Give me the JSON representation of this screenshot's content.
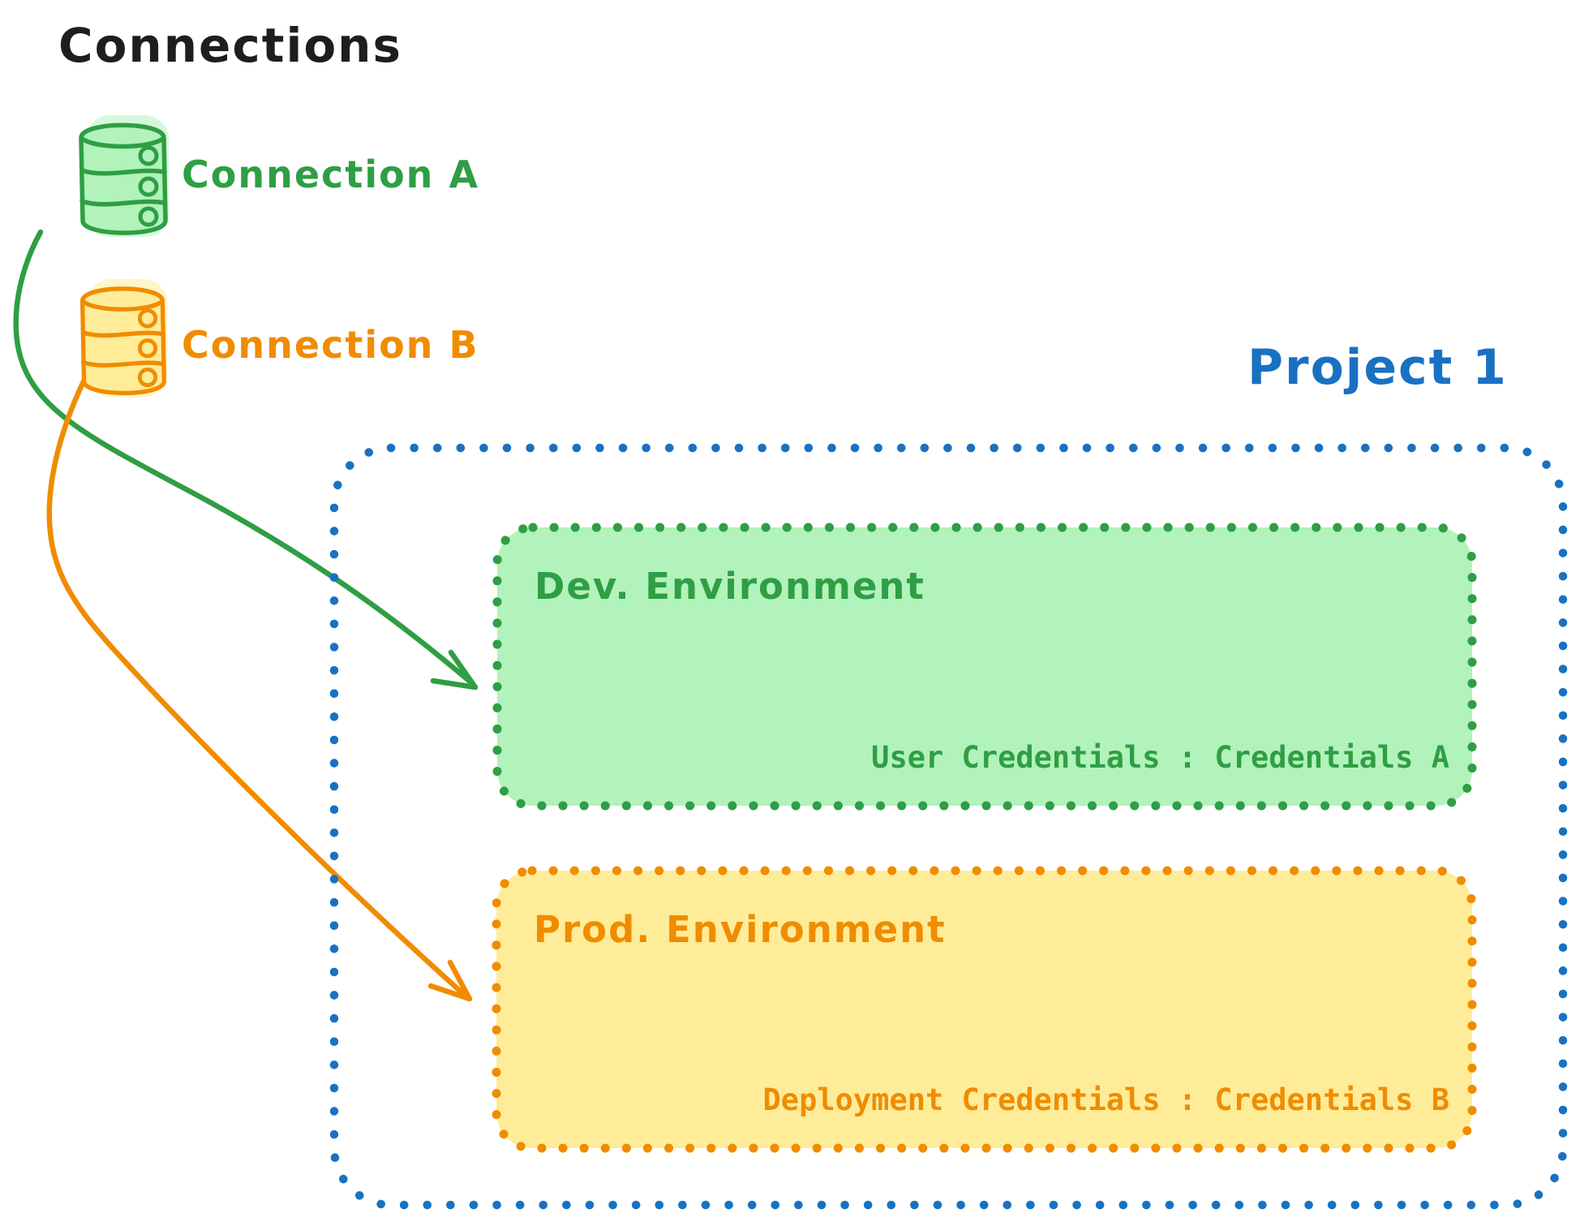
{
  "title": "Connections",
  "connections": [
    {
      "id": "a",
      "label": "Connection A",
      "icon": "database-icon",
      "stroke_color": "#2f9e44",
      "fill_color": "#b2f2bb"
    },
    {
      "id": "b",
      "label": "Connection B",
      "icon": "database-icon",
      "stroke_color": "#f08c00",
      "fill_color": "#ffec99"
    }
  ],
  "project": {
    "label": "Project 1",
    "border_color": "#1971c2",
    "environments": [
      {
        "name": "Dev. Environment",
        "credentials": "User Credentials : Credentials A",
        "stroke_color": "#2f9e44",
        "fill_color": "#b2f2bb",
        "linked_connection": "Connection A"
      },
      {
        "name": "Prod. Environment",
        "credentials": "Deployment Credentials : Credentials B",
        "stroke_color": "#f08c00",
        "fill_color": "#ffec99",
        "linked_connection": "Connection B"
      }
    ]
  },
  "colors": {
    "title_text": "#1e1e1e",
    "green_stroke": "#2f9e44",
    "green_fill": "#b2f2bb",
    "orange_stroke": "#f08c00",
    "orange_fill": "#ffec99",
    "blue_stroke": "#1971c2",
    "background": "#ffffff"
  }
}
